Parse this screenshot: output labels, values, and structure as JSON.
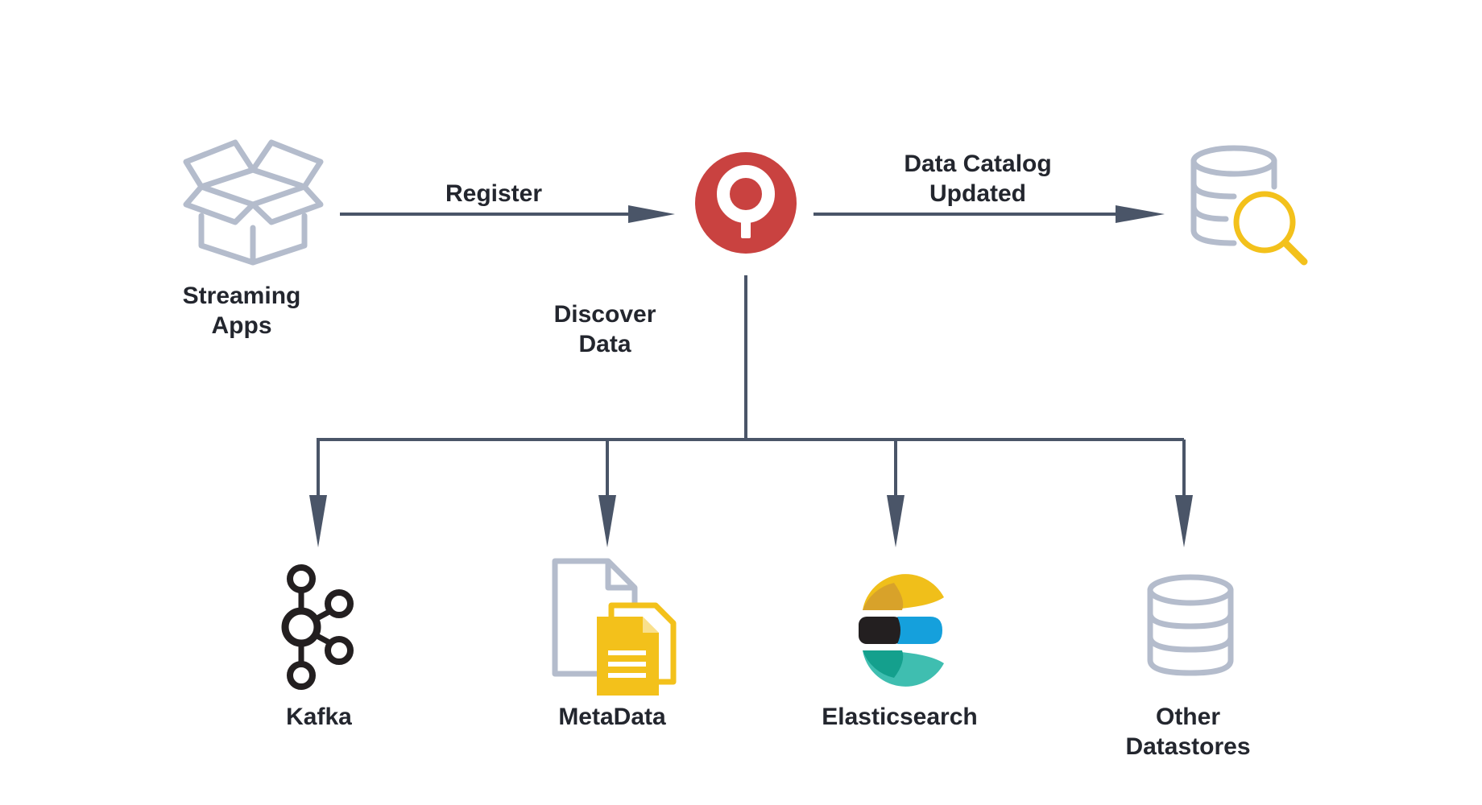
{
  "nodes": {
    "streaming_apps": [
      "Streaming",
      "Apps"
    ],
    "data_catalog_updated": [
      "Data Catalog",
      "Updated"
    ],
    "kafka": "Kafka",
    "metadata": "MetaData",
    "elasticsearch": "Elasticsearch",
    "other_datastores": [
      "Other",
      "Datastores"
    ]
  },
  "edges": {
    "register": "Register",
    "discover_data": [
      "Discover",
      "Data"
    ]
  },
  "icons": {
    "streaming_apps": "box-icon",
    "hub": "location-pin-icon",
    "data_catalog": "database-search-icon",
    "kafka": "kafka-icon",
    "metadata": "documents-icon",
    "elasticsearch": "elasticsearch-icon",
    "other_datastores": "database-icon"
  },
  "colors": {
    "hub_red": "#c94240",
    "accent_yellow": "#f3c11b",
    "icon_gray": "#b4bccc",
    "connector": "#4a5568",
    "text": "#23262e"
  }
}
